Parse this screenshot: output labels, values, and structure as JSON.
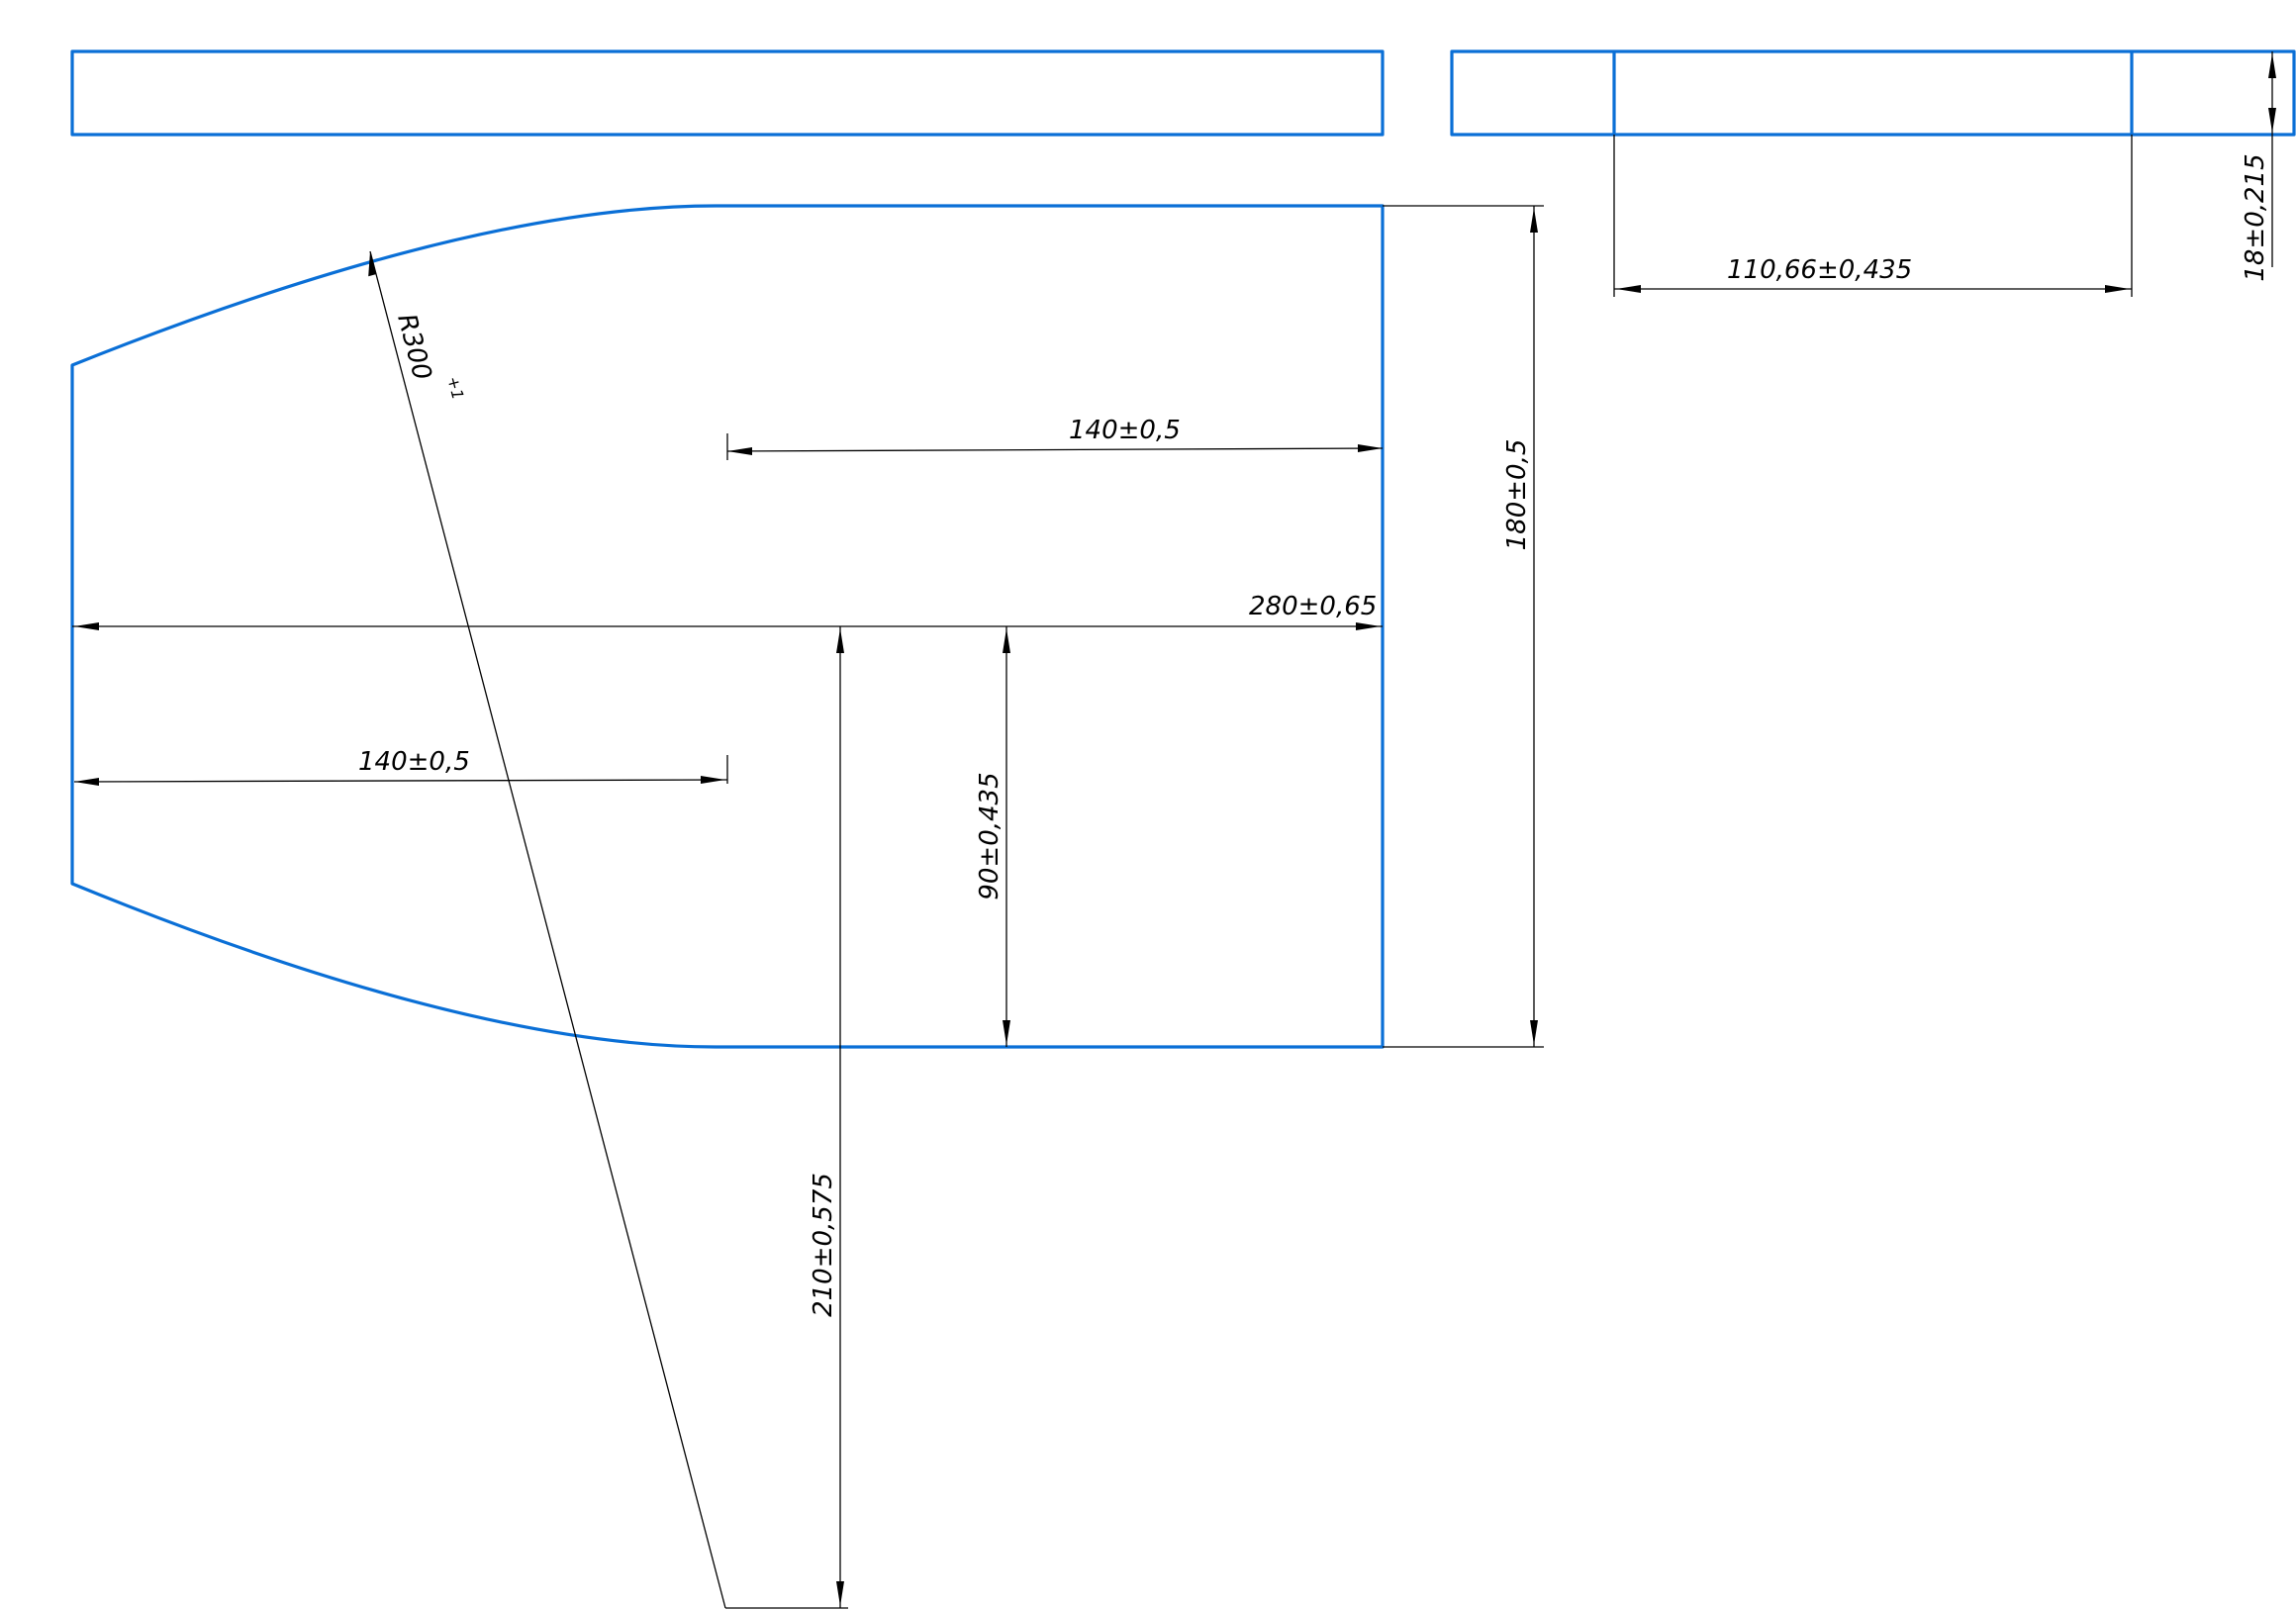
{
  "drawing": {
    "line_color": "#0a6fd6",
    "dimension_color": "#000000",
    "dimensions": {
      "length_top": "140±0,5",
      "length_bottom": "140±0,5",
      "overall_length": "280±0,65",
      "height": "180±0,5",
      "half_height": "90±0,435",
      "radius_center_offset": "210±0,575",
      "radius": "R300",
      "radius_tolerance": "+1",
      "side_middle_length": "110,66±0,435",
      "thickness": "18±0,215"
    }
  }
}
